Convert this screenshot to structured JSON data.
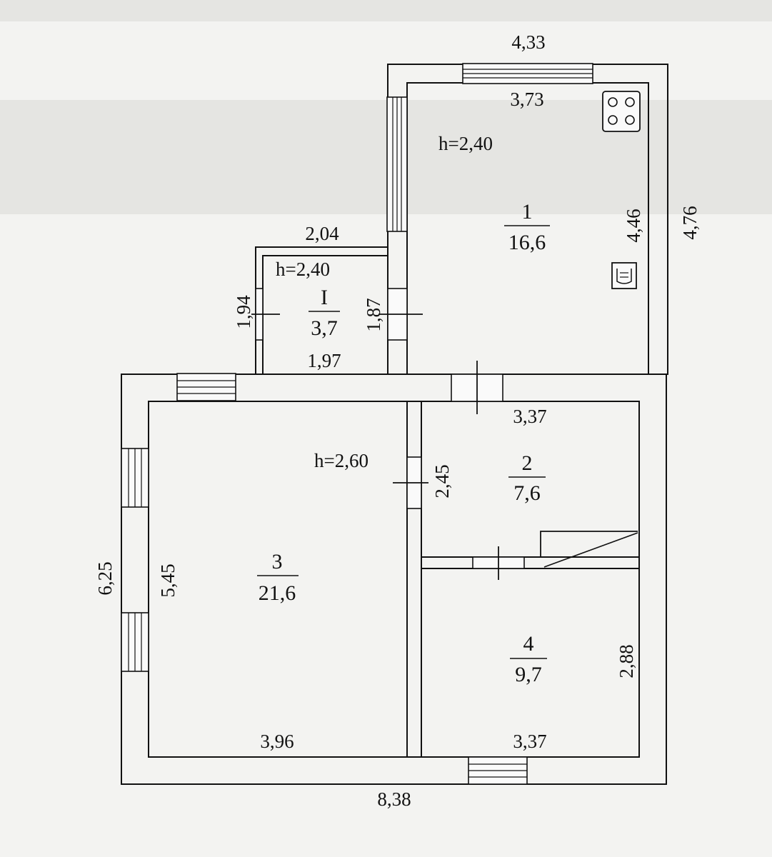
{
  "plan": {
    "outer_dims": {
      "top_width": "4,33",
      "right_height": "4,76",
      "left_height": "6,25",
      "bottom_width": "8,38"
    },
    "vestibule": {
      "width_top": "2,04",
      "width_bottom": "1,97",
      "height_left": "1,94",
      "height_right": "1,87",
      "ceiling": "h=2,40"
    },
    "rooms": [
      {
        "number": "1",
        "area": "16,6",
        "ceiling": "h=2,40",
        "dim_w": "3,73",
        "dim_h": "4,46"
      },
      {
        "number": "I",
        "area": "3,7"
      },
      {
        "number": "2",
        "area": "7,6",
        "dim_w": "3,37",
        "dim_h": "2,45"
      },
      {
        "number": "3",
        "area": "21,6",
        "ceiling": "h=2,60",
        "dim_w": "3,96",
        "dim_h": "5,45"
      },
      {
        "number": "4",
        "area": "9,7",
        "dim_w": "3,37",
        "dim_h": "2,88"
      }
    ],
    "icons": [
      "stove-icon",
      "sink-icon",
      "stairs-icon"
    ]
  }
}
